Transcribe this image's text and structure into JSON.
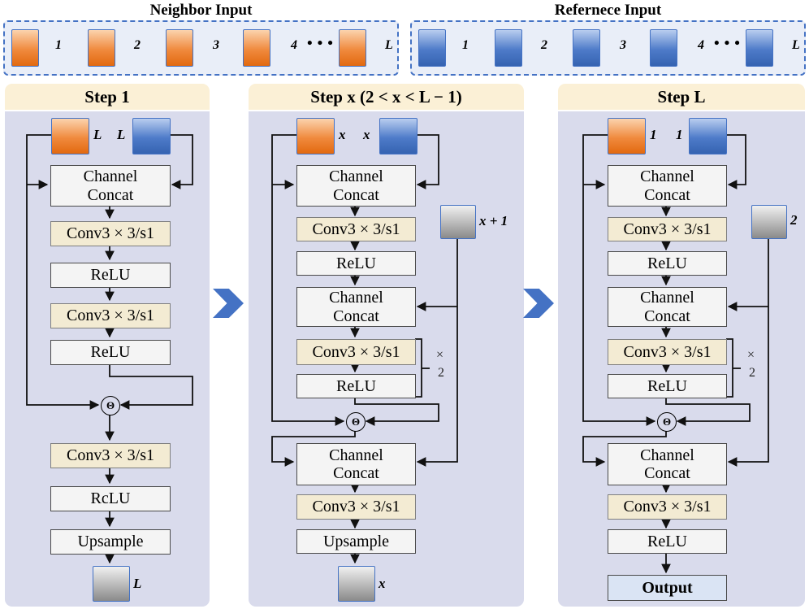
{
  "inputs": {
    "neighbor": {
      "title": "Neighbor Input",
      "item_labels": [
        "1",
        "2",
        "3",
        "4",
        "L"
      ],
      "dots": "•••"
    },
    "reference": {
      "title": "Refernece Input",
      "item_labels": [
        "1",
        "2",
        "3",
        "4",
        "L"
      ],
      "dots": "•••"
    }
  },
  "node_labels": {
    "channel_concat_line1": "Channel",
    "channel_concat_line2": "Concat",
    "conv": "Conv3 × 3/s1",
    "relu": "ReLU",
    "relu_typo": "RcLU",
    "upsample": "Upsample",
    "output": "Output",
    "merge_symbol": "Θ",
    "repeat_times": "×",
    "repeat_count": "2"
  },
  "steps": [
    {
      "header": "Step 1",
      "neighbor_frame_label": "L",
      "reference_frame_label": "L",
      "output_frame_label": "L"
    },
    {
      "header": "Step x (2 < x < L − 1)",
      "neighbor_frame_label": "x",
      "reference_frame_label": "x",
      "side_frame_label": "x + 1",
      "output_frame_label": "x"
    },
    {
      "header": "Step L",
      "neighbor_frame_label": "1",
      "reference_frame_label": "1",
      "side_frame_label": "2"
    }
  ],
  "colors": {
    "accent_blue": "#4472C4",
    "orange": "#ED7D31",
    "header_cream": "#FBF0D6",
    "panel_lavender": "#D9DBEC",
    "conv_beige": "#F3EBD3",
    "node_gray": "#F4F4F4",
    "output_blue": "#DAE4F4",
    "line_black": "#111111"
  }
}
